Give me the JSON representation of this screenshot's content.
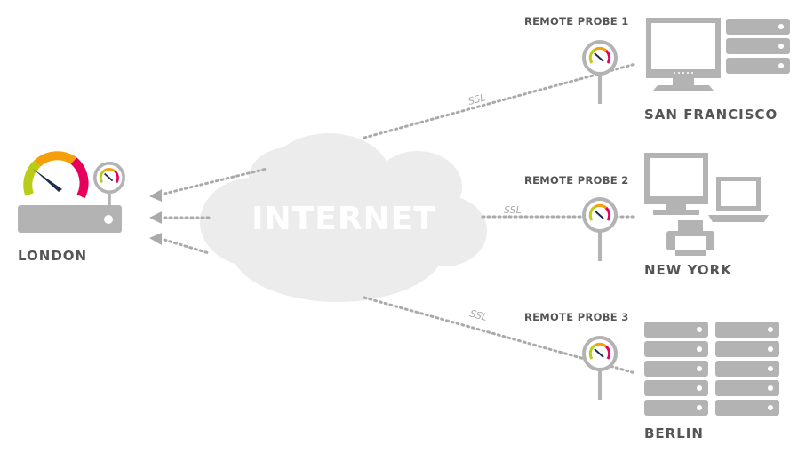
{
  "cloud": {
    "label": "INTERNET"
  },
  "origin": {
    "city": "LONDON"
  },
  "connections": [
    {
      "probe_label": "REMOTE PROBE 1",
      "protocol": "SSL",
      "city": "SAN FRANCISCO"
    },
    {
      "probe_label": "REMOTE PROBE 2",
      "protocol": "SSL",
      "city": "NEW YORK"
    },
    {
      "probe_label": "REMOTE PROBE 3",
      "protocol": "SSL",
      "city": "BERLIN"
    }
  ],
  "colors": {
    "green": "#b9cc16",
    "orange": "#f5a00a",
    "pink": "#e6005c",
    "needle": "#1f2d4f",
    "device": "#b3b3b3",
    "cloud": "#ececec"
  }
}
